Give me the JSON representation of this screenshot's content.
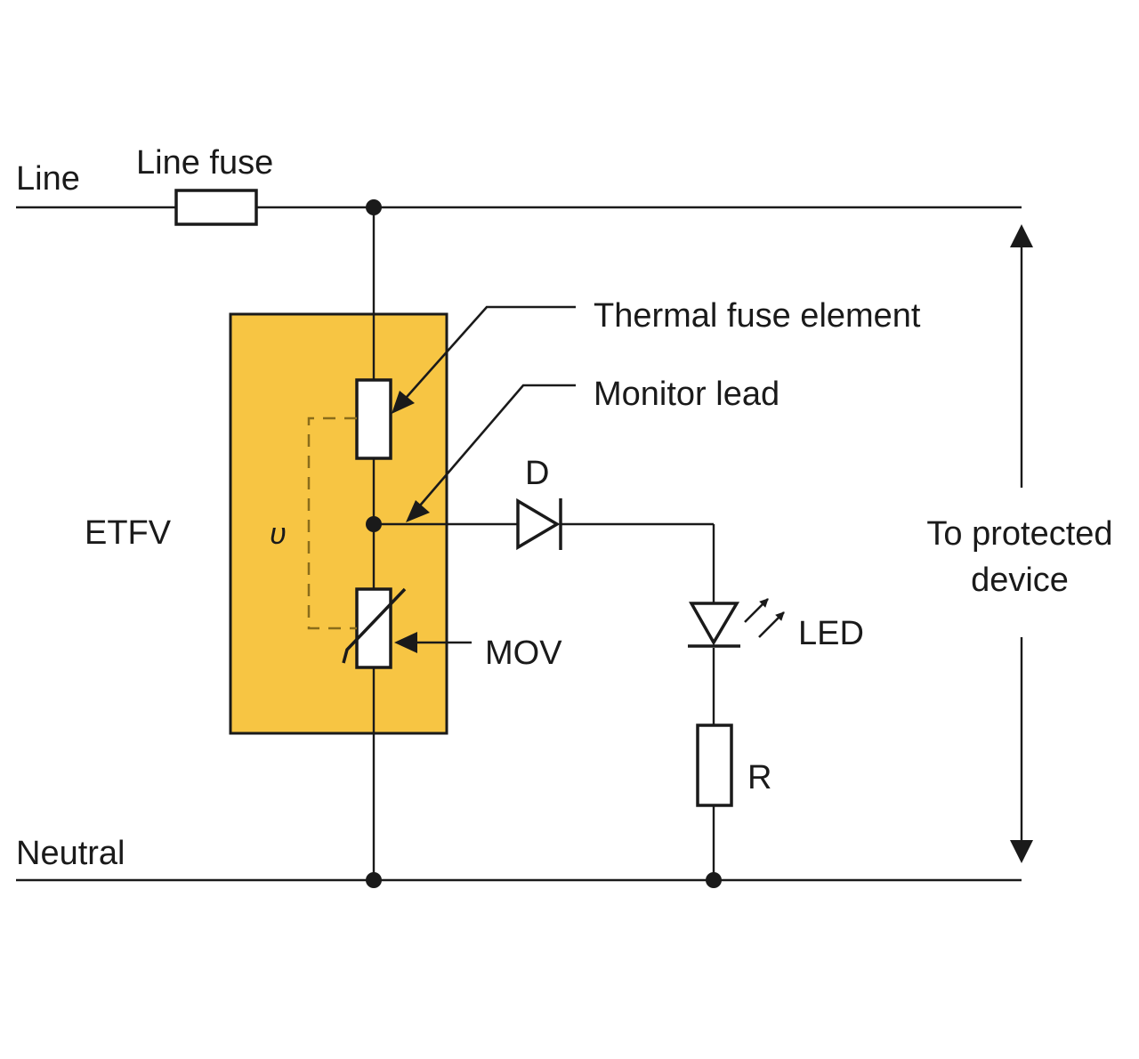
{
  "labels": {
    "line": "Line",
    "line_fuse": "Line fuse",
    "neutral": "Neutral",
    "etfv": "ETFV",
    "upsilon": "υ",
    "thermal_fuse_element": "Thermal fuse element",
    "monitor_lead": "Monitor lead",
    "diode": "D",
    "led": "LED",
    "resistor": "R",
    "mov": "MOV",
    "to_protected_device_line1": "To protected",
    "to_protected_device_line2": "device"
  },
  "colors": {
    "etfv_fill": "#F7C543",
    "etfv_dashed": "#8a6d1a",
    "stroke": "#1a1a1a"
  }
}
